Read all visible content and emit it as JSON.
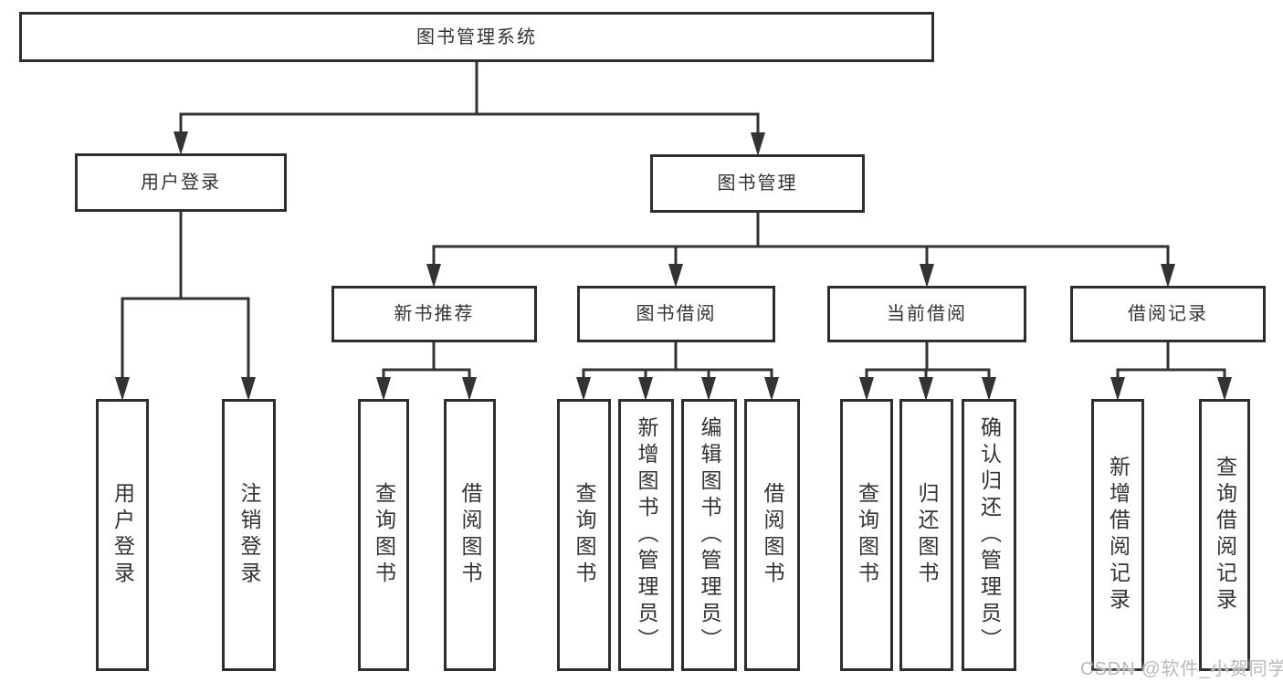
{
  "diagram": {
    "title": "图书管理系统",
    "nodes": [
      {
        "id": "root",
        "label": "图书管理系统",
        "parent": null
      },
      {
        "id": "user-login",
        "label": "用户登录",
        "parent": "root"
      },
      {
        "id": "book-management",
        "label": "图书管理",
        "parent": "root"
      },
      {
        "id": "new-book-recommend",
        "label": "新书推荐",
        "parent": "book-management"
      },
      {
        "id": "book-borrow",
        "label": "图书借阅",
        "parent": "book-management"
      },
      {
        "id": "current-borrow",
        "label": "当前借阅",
        "parent": "book-management"
      },
      {
        "id": "borrow-records",
        "label": "借阅记录",
        "parent": "book-management"
      },
      {
        "id": "leaf-user-login",
        "label": "用户登录",
        "parent": "user-login"
      },
      {
        "id": "leaf-logout",
        "label": "注销登录",
        "parent": "user-login"
      },
      {
        "id": "leaf-query-book-1",
        "label": "查询图书",
        "parent": "new-book-recommend"
      },
      {
        "id": "leaf-borrow-book-1",
        "label": "借阅图书",
        "parent": "new-book-recommend"
      },
      {
        "id": "leaf-query-book-2",
        "label": "查询图书",
        "parent": "book-borrow"
      },
      {
        "id": "leaf-add-book",
        "label": "新增图书（管理员）",
        "parent": "book-borrow"
      },
      {
        "id": "leaf-edit-book",
        "label": "编辑图书（管理员）",
        "parent": "book-borrow"
      },
      {
        "id": "leaf-borrow-book-2",
        "label": "借阅图书",
        "parent": "book-borrow"
      },
      {
        "id": "leaf-query-book-3",
        "label": "查询图书",
        "parent": "current-borrow"
      },
      {
        "id": "leaf-return-book",
        "label": "归还图书",
        "parent": "current-borrow"
      },
      {
        "id": "leaf-confirm-return",
        "label": "确认归还（管理员）",
        "parent": "current-borrow"
      },
      {
        "id": "leaf-add-borrow-record",
        "label": "新增借阅记录",
        "parent": "borrow-records"
      },
      {
        "id": "leaf-query-borrow-record",
        "label": "查询借阅记录",
        "parent": "borrow-records"
      }
    ]
  },
  "watermark": {
    "text": "CSDN @软件_小贺同学"
  },
  "colors": {
    "background": "#ffffff",
    "line": "#333333",
    "box_border": "#2e2e2e",
    "text": "#333333",
    "watermark": "#b9b9b9"
  }
}
